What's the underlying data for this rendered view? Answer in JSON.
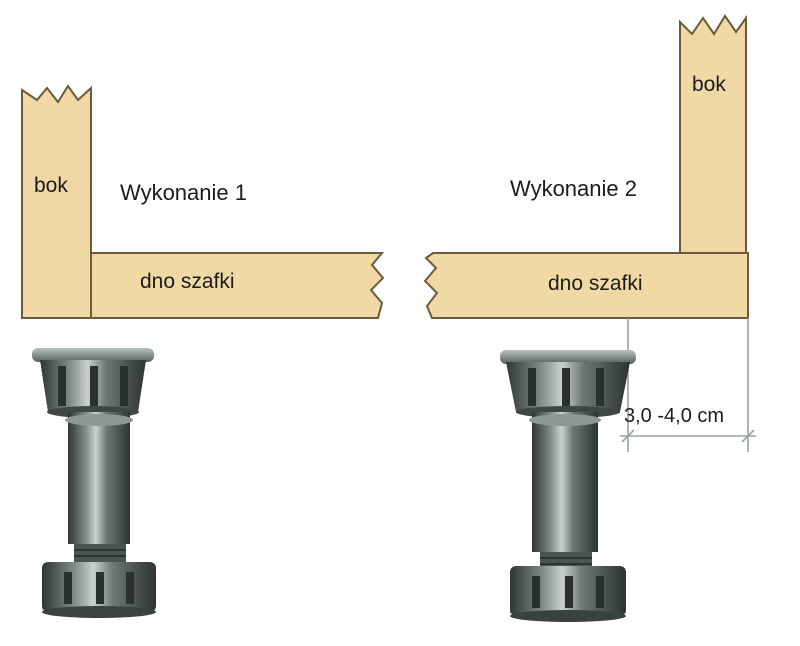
{
  "labels": {
    "side_left": "bok",
    "side_right": "bok",
    "variant_1": "Wykonanie 1",
    "variant_2": "Wykonanie 2",
    "bottom_left": "dno szafki",
    "bottom_right": "dno szafki",
    "dimension": "3,0 -4,0 cm"
  },
  "colors": {
    "wood": "#f1d9a5",
    "wood_edge": "#6b5a3d",
    "metal_dark": "#3e4744",
    "metal_mid": "#6e7a76",
    "metal_light": "#b9c2bd",
    "dimension_line": "#9aa29e"
  }
}
